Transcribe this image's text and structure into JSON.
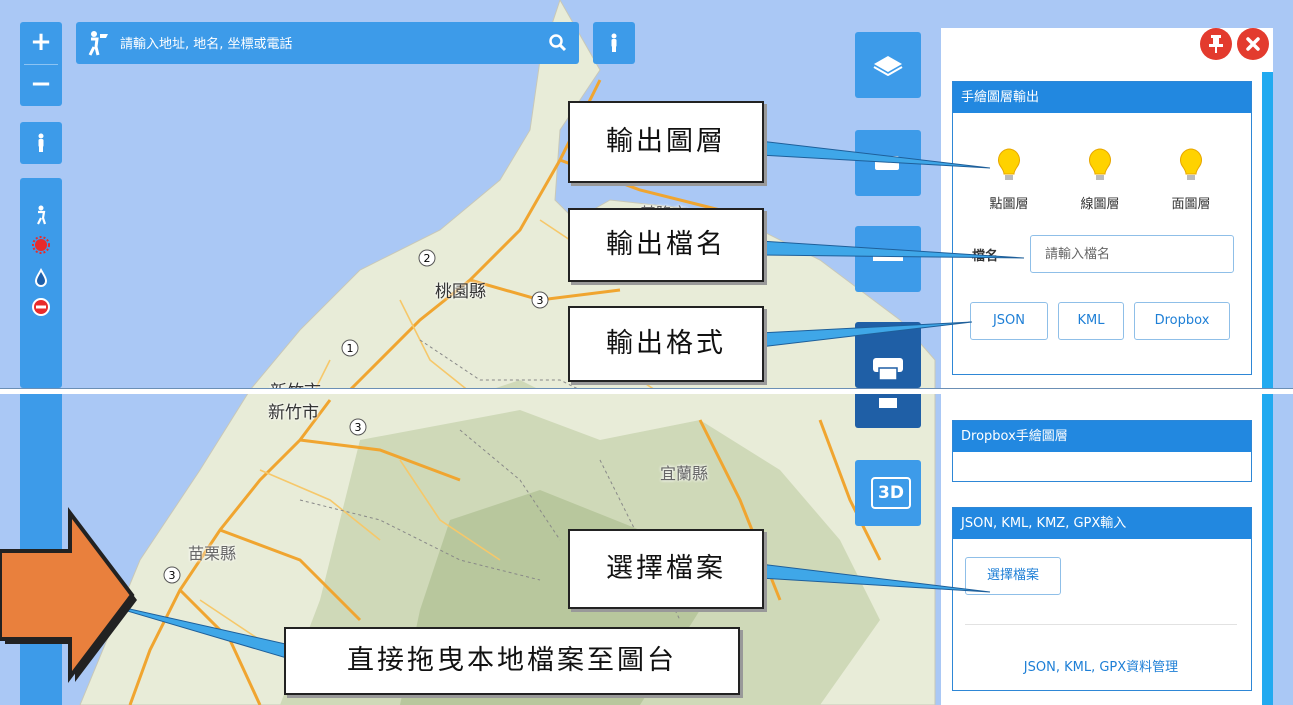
{
  "search": {
    "placeholder": "請輸入地址, 地名, 坐標或電話"
  },
  "map_labels": {
    "taoyuan": "桃園縣",
    "hsinchu_city_top": "新竹市",
    "hsinchu_city": "新竹市",
    "yilan": "宜蘭縣",
    "miaoli": "苗栗縣",
    "keelung": "基隆市"
  },
  "route_markers": [
    "2",
    "3",
    "1",
    "3",
    "3"
  ],
  "map_tools": {
    "three_d_label": "3D"
  },
  "sidebar": {
    "export_card": {
      "title": "手繪圖層輸出",
      "layers": [
        {
          "label": "點圖層",
          "icon": "lightbulb-icon"
        },
        {
          "label": "線圖層",
          "icon": "lightbulb-icon"
        },
        {
          "label": "面圖層",
          "icon": "lightbulb-icon"
        }
      ],
      "filename_label": "檔名",
      "filename_placeholder": "請輸入檔名",
      "formats": [
        "JSON",
        "KML",
        "Dropbox"
      ]
    },
    "dropbox_card": {
      "title": "Dropbox手繪圖層"
    },
    "import_card": {
      "title": "JSON, KML, KMZ, GPX輸入",
      "choose_file": "選擇檔案",
      "manage_link": "JSON, KML, GPX資料管理"
    }
  },
  "callouts": {
    "layer": "輸出圖層",
    "filename": "輸出檔名",
    "format": "輸出格式",
    "choose": "選擇檔案",
    "drag": "直接拖曳本地檔案至圖台"
  },
  "colors": {
    "ui_blue": "#3d9be9",
    "header_blue": "#2288e0",
    "close_red": "#e33b2e",
    "arrow_orange": "#e9803d",
    "map_water": "#aac8f5"
  }
}
